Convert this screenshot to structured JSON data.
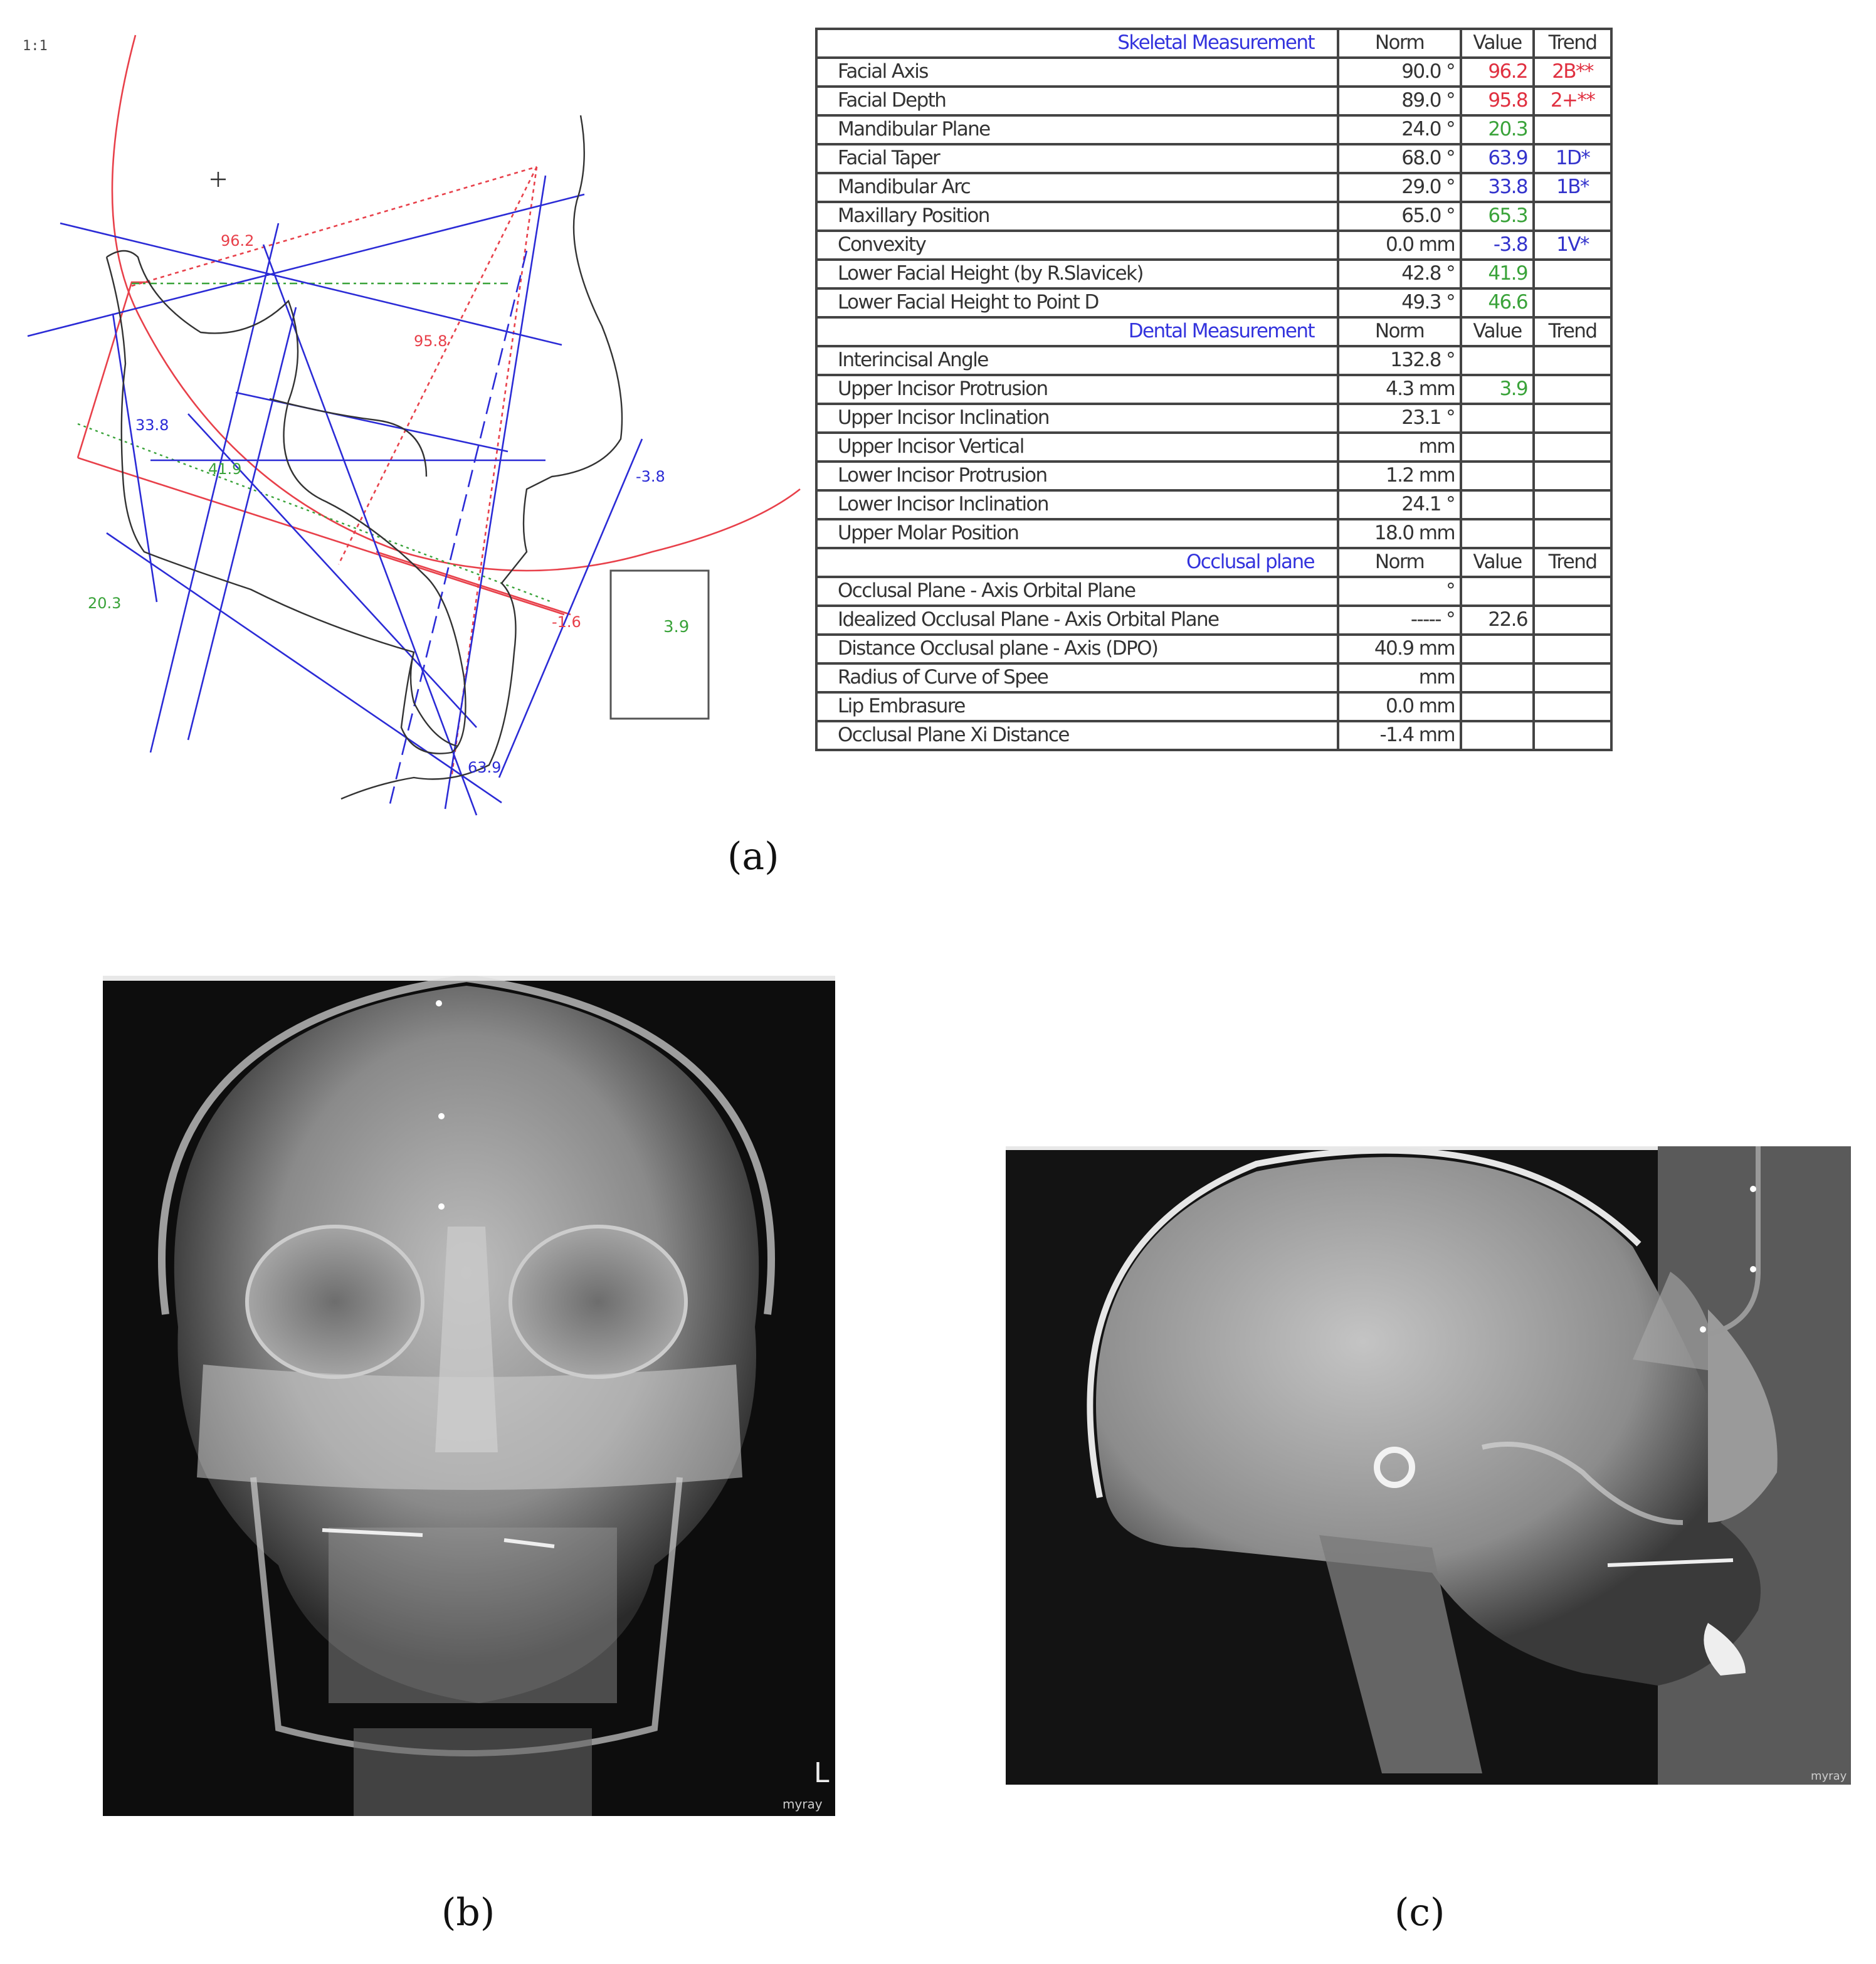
{
  "panel_a": {
    "scale_label": "1:1",
    "tracing_labels": {
      "facial_axis": "96.2",
      "facial_depth": "95.8",
      "mandibular_arc": "33.8",
      "lower_facial_height": "41.9",
      "mandibular_plane": "20.3",
      "convexity": "-3.8",
      "lower_incisor": "-1.6",
      "upper_incisor_box": "3.9",
      "facial_taper": "63.9"
    },
    "colors": {
      "red": "#e8404a",
      "blue": "#2b2bd6",
      "green": "#3aa33a",
      "black": "#333333"
    },
    "table": {
      "sections": [
        {
          "title": "Skeletal Measurement",
          "norm_header": "Norm",
          "value_header": "Value",
          "trend_header": "Trend",
          "rows": [
            {
              "label": "Facial Axis",
              "norm": "90.0 °",
              "value": "96.2",
              "trend": "2B**",
              "color": "#e03040"
            },
            {
              "label": "Facial Depth",
              "norm": "89.0 °",
              "value": "95.8",
              "trend": "2+**",
              "color": "#e03040"
            },
            {
              "label": "Mandibular Plane",
              "norm": "24.0 °",
              "value": "20.3",
              "trend": "",
              "color": "#3aa33a"
            },
            {
              "label": "Facial Taper",
              "norm": "68.0 °",
              "value": "63.9",
              "trend": "1D*",
              "color": "#3333cc"
            },
            {
              "label": "Mandibular Arc",
              "norm": "29.0 °",
              "value": "33.8",
              "trend": "1B*",
              "color": "#3333cc"
            },
            {
              "label": "Maxillary Position",
              "norm": "65.0 °",
              "value": "65.3",
              "trend": "",
              "color": "#3aa33a"
            },
            {
              "label": "Convexity",
              "norm": "0.0 mm",
              "value": "-3.8",
              "trend": "1V*",
              "color": "#3333cc"
            },
            {
              "label": "Lower Facial Height (by R.Slavicek)",
              "norm": "42.8 °",
              "value": "41.9",
              "trend": "",
              "color": "#3aa33a"
            },
            {
              "label": "Lower Facial Height to Point D",
              "norm": "49.3 °",
              "value": "46.6",
              "trend": "",
              "color": "#3aa33a"
            }
          ]
        },
        {
          "title": "Dental Measurement",
          "norm_header": "Norm",
          "value_header": "Value",
          "trend_header": "Trend",
          "rows": [
            {
              "label": "Interincisal Angle",
              "norm": "132.8 °",
              "value": "",
              "trend": "",
              "color": "#333333"
            },
            {
              "label": "Upper Incisor Protrusion",
              "norm": "4.3 mm",
              "value": "3.9",
              "trend": "",
              "color": "#3aa33a"
            },
            {
              "label": "Upper Incisor Inclination",
              "norm": "23.1 °",
              "value": "",
              "trend": "",
              "color": "#333333"
            },
            {
              "label": "Upper Incisor Vertical",
              "norm": "mm",
              "value": "",
              "trend": "",
              "color": "#333333"
            },
            {
              "label": "Lower Incisor Protrusion",
              "norm": "1.2 mm",
              "value": "",
              "trend": "",
              "color": "#333333"
            },
            {
              "label": "Lower Incisor Inclination",
              "norm": "24.1 °",
              "value": "",
              "trend": "",
              "color": "#333333"
            },
            {
              "label": "Upper Molar Position",
              "norm": "18.0 mm",
              "value": "",
              "trend": "",
              "color": "#333333"
            }
          ]
        },
        {
          "title": "Occlusal plane",
          "norm_header": "Norm",
          "value_header": "Value",
          "trend_header": "Trend",
          "rows": [
            {
              "label": "Occlusal Plane - Axis Orbital Plane",
              "norm": "°",
              "value": "",
              "trend": "",
              "color": "#333333"
            },
            {
              "label": "Idealized Occlusal Plane - Axis Orbital Plane",
              "norm": "----- °",
              "value": "22.6",
              "trend": "",
              "color": "#333333"
            },
            {
              "label": "Distance Occlusal plane - Axis (DPO)",
              "norm": "40.9 mm",
              "value": "",
              "trend": "",
              "color": "#333333"
            },
            {
              "label": "Radius of Curve of Spee",
              "norm": "mm",
              "value": "",
              "trend": "",
              "color": "#333333"
            },
            {
              "label": "Lip Embrasure",
              "norm": "0.0 mm",
              "value": "",
              "trend": "",
              "color": "#333333"
            },
            {
              "label": "Occlusal Plane Xi Distance",
              "norm": "-1.4 mm",
              "value": "",
              "trend": "",
              "color": "#333333"
            }
          ]
        }
      ]
    },
    "caption": "(a)"
  },
  "panel_b": {
    "caption": "(b)",
    "side_marker": "L",
    "watermark": "myray"
  },
  "panel_c": {
    "caption": "(c)",
    "watermark": "myray"
  }
}
